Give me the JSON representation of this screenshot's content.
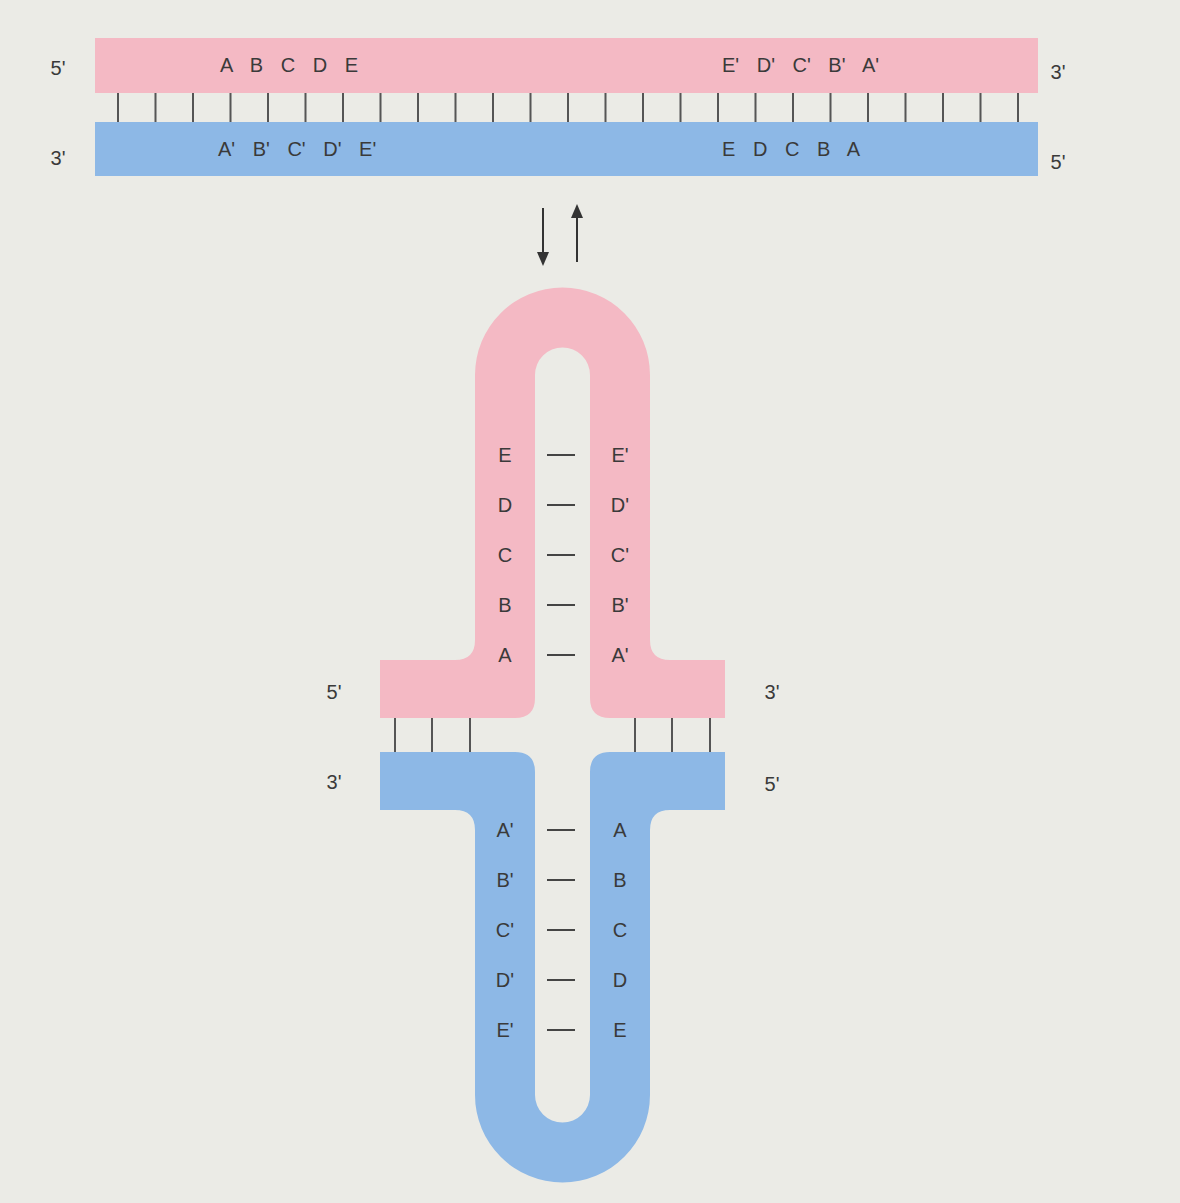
{
  "diagram": {
    "nodes": [
      {
        "text": [
          "A B C D E",
          "E' D' C' B' A'"
        ]
      },
      {
        "text": [
          "A' B' C' D' E'",
          "E D C B A"
        ]
      },
      {
        "text": [
          "E D C B A",
          "E' D' C' B' A'"
        ]
      },
      {
        "text": [
          "A' B' C' D' E'",
          "A B C D E"
        ]
      }
    ],
    "labels": [
      "5'",
      "3'",
      "3'",
      "5'",
      "5'",
      "3'",
      "3'",
      "5'"
    ]
  }
}
